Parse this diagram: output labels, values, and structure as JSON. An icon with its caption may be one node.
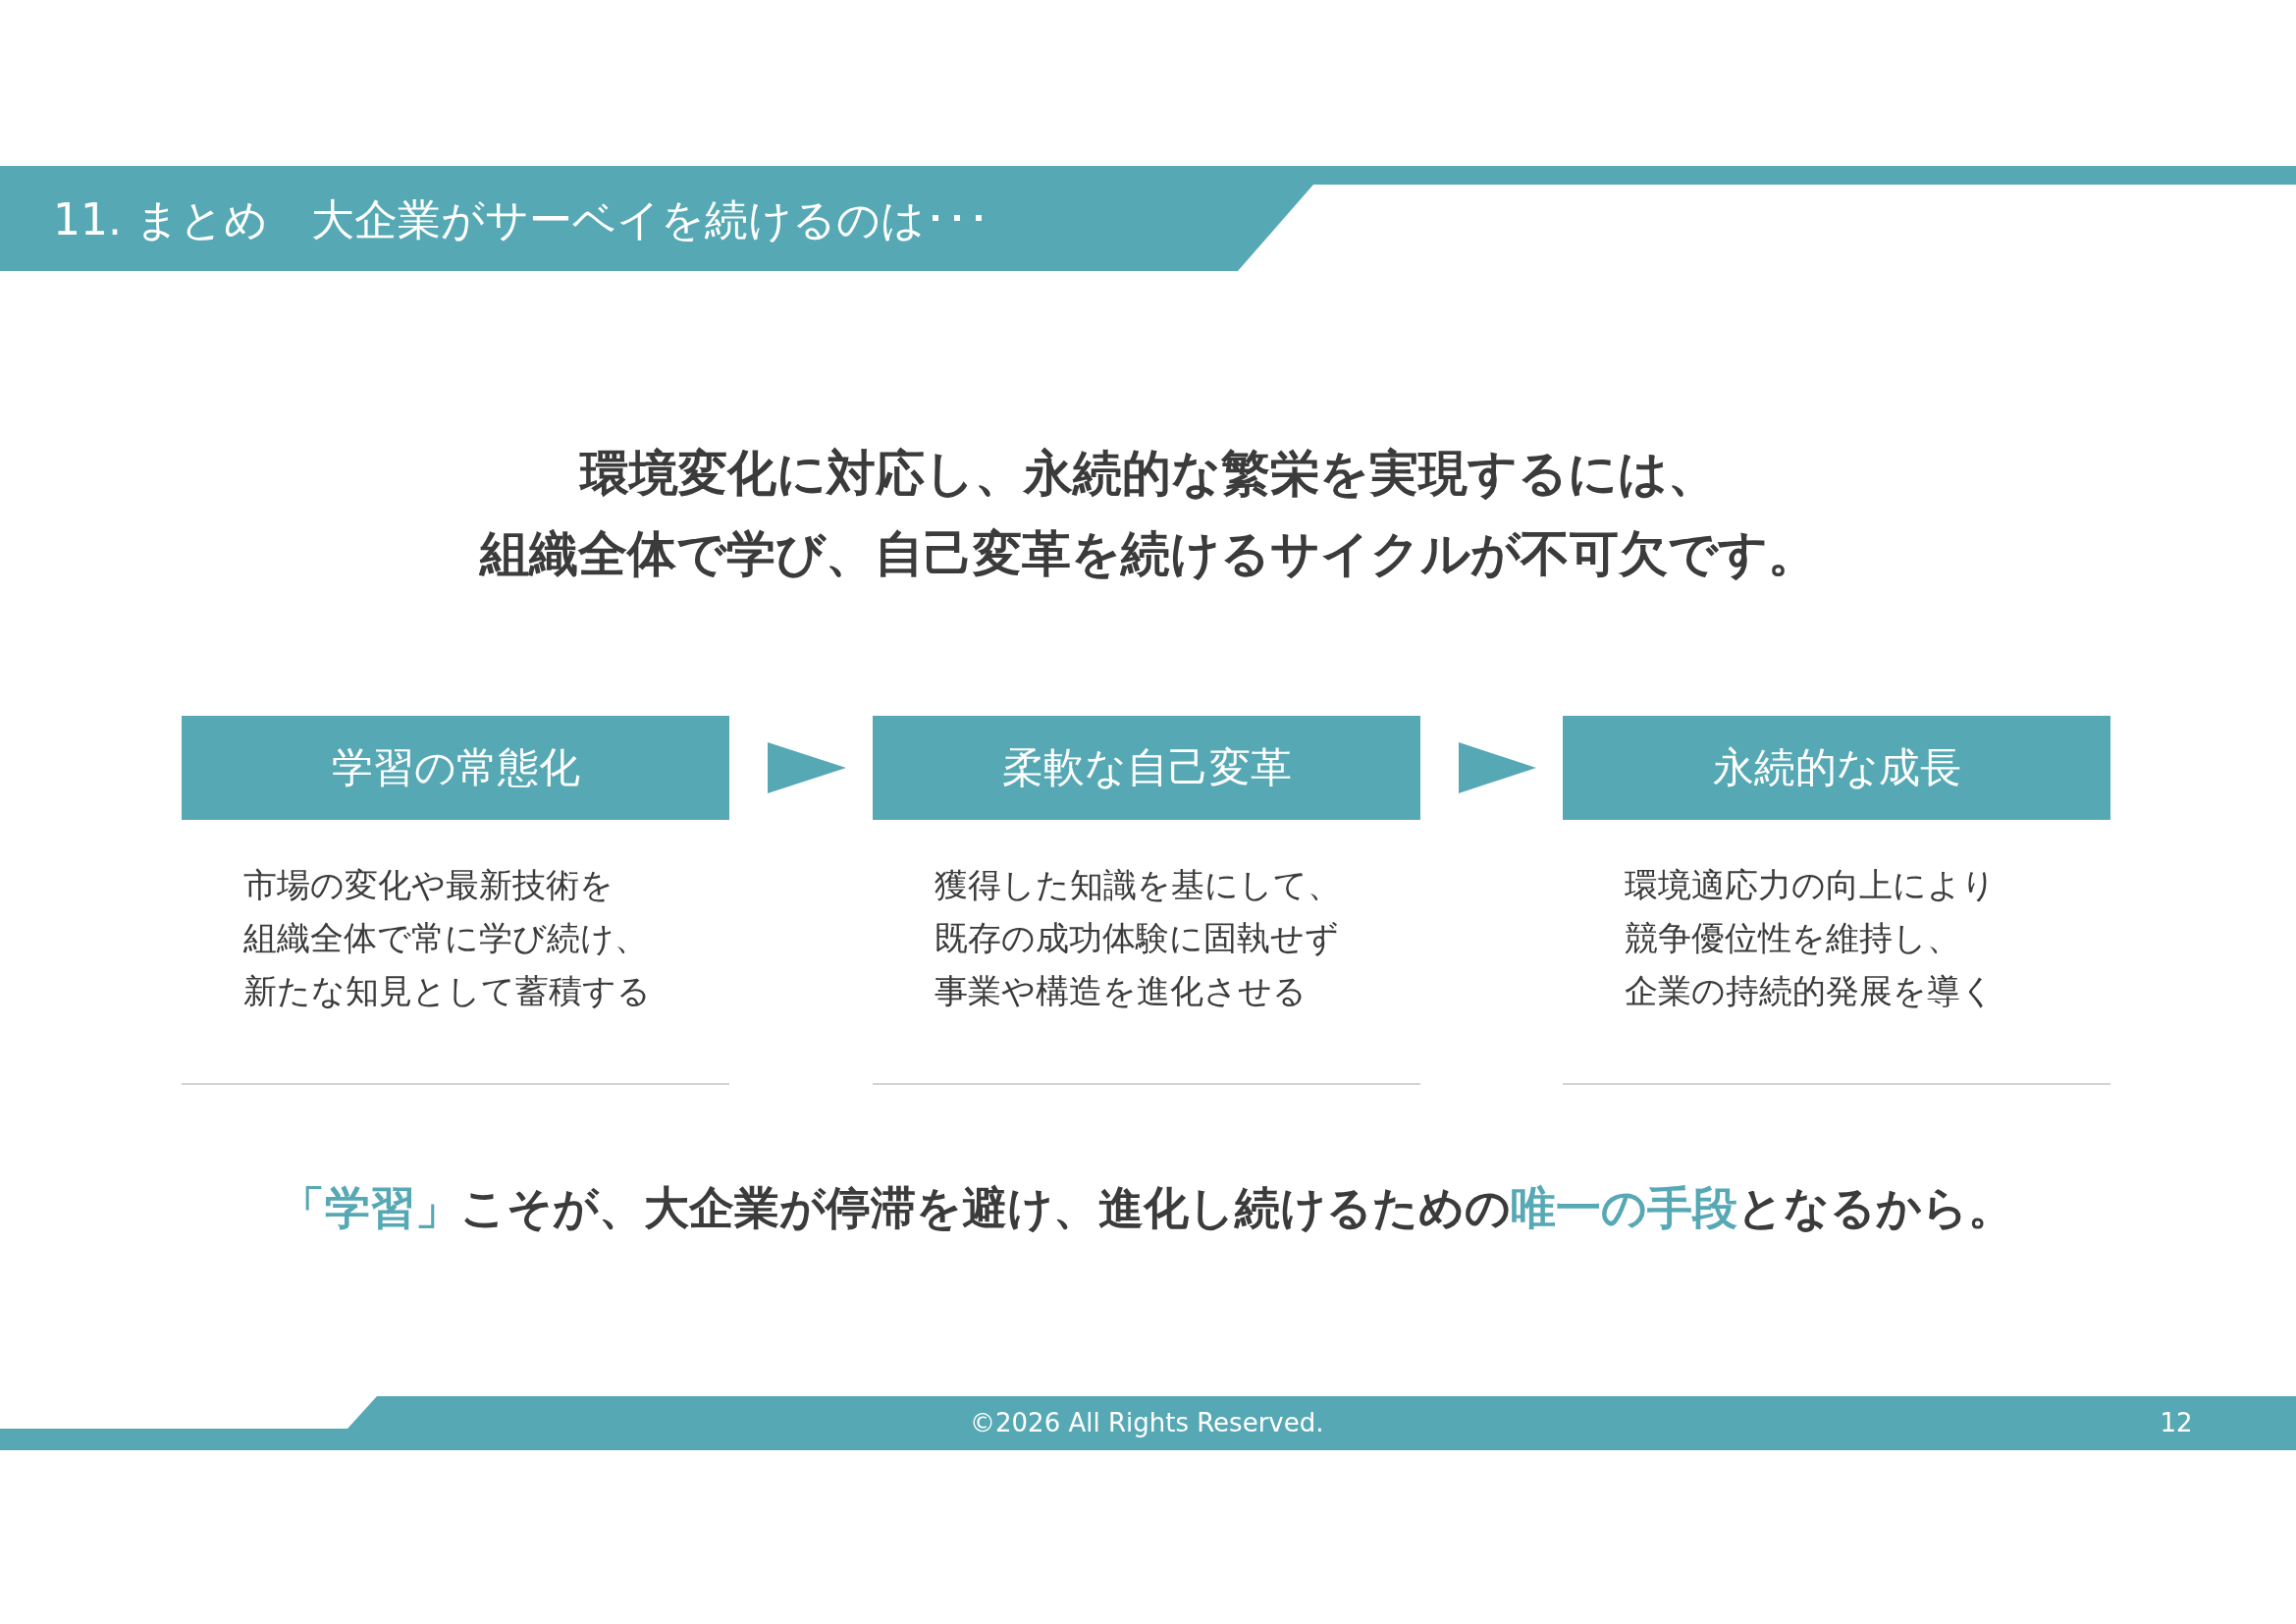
{
  "diagram": {
    "title": "11. まとめ　大企業がサーベイを続けるのは･･･",
    "nodes": [
      {
        "text": [
          "学習の常態化",
          "市場の変化や最新技術を組織全体で常に学び続け、新たな知見として蓄積する"
        ]
      },
      {
        "text": [
          "柔軟な自己変革",
          "獲得した知識を基にして、既存の成功体験に固執せず事業や構造を進化させる"
        ]
      },
      {
        "text": [
          "永続的な成長",
          "環境適応力の向上により競争優位性を維持し、企業の持続的発展を導く"
        ]
      }
    ],
    "edges": [
      {
        "from": 0,
        "to": 1,
        "arrow": "to"
      },
      {
        "from": 1,
        "to": 2,
        "arrow": "to"
      }
    ],
    "labels": [
      "環境変化に対応し、永続的な繁栄を実現するには、組織全体で学び、自己変革を続けるサイクルが不可欠です。",
      "**「学習」**こそが、大企業が停滞を避け、進化し続けるための**唯一の手段**となるから。",
      "©2026 All Rights Reserved.",
      "12"
    ]
  }
}
